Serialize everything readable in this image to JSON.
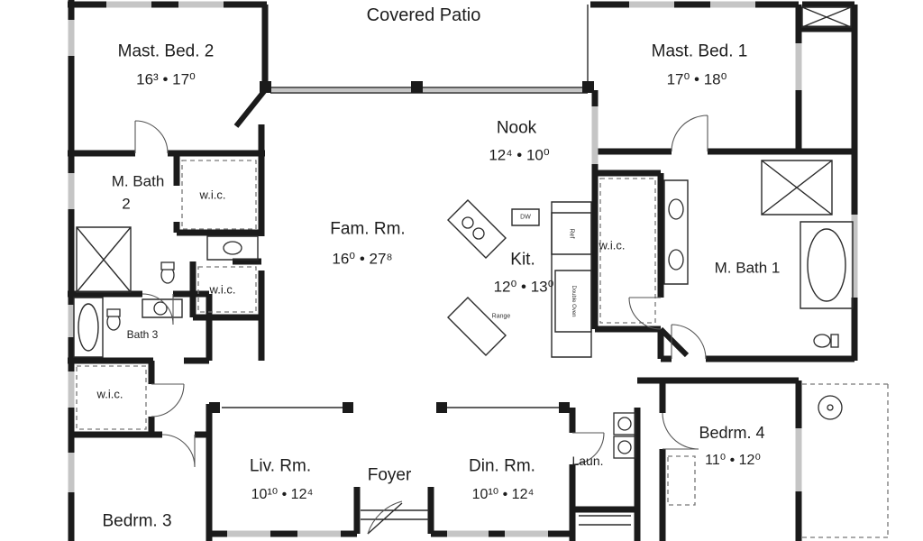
{
  "plan": {
    "covered_patio": "Covered Patio",
    "mast_bed_2": {
      "name": "Mast. Bed. 2",
      "dims": "16³ • 17⁰"
    },
    "mast_bed_1": {
      "name": "Mast. Bed. 1",
      "dims": "17⁰ • 18⁰"
    },
    "nook": {
      "name": "Nook",
      "dims": "12⁴ • 10⁰"
    },
    "fam_rm": {
      "name": "Fam. Rm.",
      "dims": "16⁰ • 27⁸"
    },
    "kit": {
      "name": "Kit.",
      "dims": "12⁰ • 13⁰"
    },
    "m_bath_2": {
      "line1": "M. Bath",
      "line2": "2"
    },
    "m_bath_1": {
      "name": "M. Bath 1"
    },
    "bath_3": {
      "name": "Bath 3"
    },
    "wic": "w.i.c.",
    "laun": {
      "name": "Laun."
    },
    "foyer": {
      "name": "Foyer"
    },
    "liv_rm": {
      "name": "Liv. Rm.",
      "dims": "10¹⁰ • 12⁴"
    },
    "din_rm": {
      "name": "Din. Rm.",
      "dims": "10¹⁰ • 12⁴"
    },
    "bedrm_3": {
      "name": "Bedrm. 3"
    },
    "bedrm_4": {
      "name": "Bedrm. 4",
      "dims": "11⁰ • 12⁰"
    }
  },
  "appliances": {
    "dw": "DW",
    "ref": "Ref",
    "range": "Range",
    "double_oven": "Double Oven"
  },
  "colors": {
    "wall": "#1b1b1b",
    "window": "#c5c5c5",
    "text": "#1d1d1d",
    "background": "#ffffff"
  }
}
